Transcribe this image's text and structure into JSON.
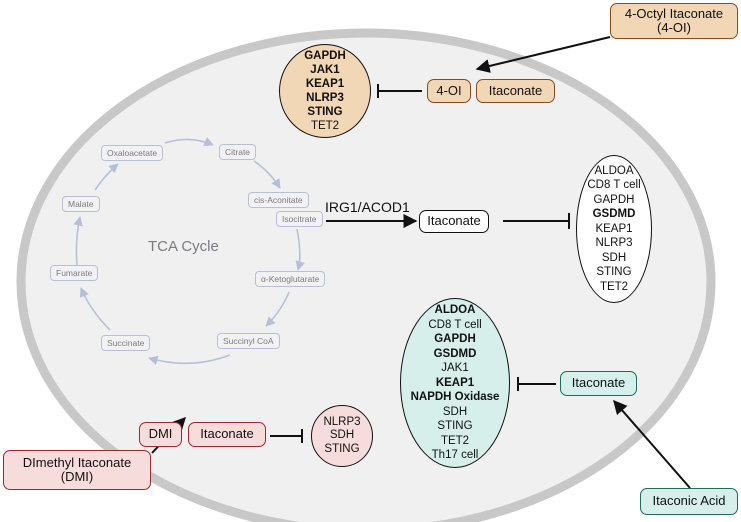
{
  "colors": {
    "cell_fill": "#f0f0f0",
    "cell_border": "#c8c8c8",
    "orange_fill": "#f2d7b6",
    "orange_border": "#8a4a1c",
    "red_fill": "#f7dcdc",
    "red_border": "#a02630",
    "teal_fill": "#d6efea",
    "teal_border": "#1f6b5c",
    "tca_border": "#b5c0d8",
    "tca_text": "#7a7a80"
  },
  "tca_cycle": {
    "label": "TCA Cycle",
    "metabolites": [
      "Citrate",
      "cis-Aconitate",
      "Isocitrate",
      "α-Ketoglutarate",
      "Succinyl CoA",
      "Succinate",
      "Fumarate",
      "Malate",
      "Oxaloacetate"
    ]
  },
  "endogenous": {
    "enzyme_label": "IRG1/ACOD1",
    "itaconate_label": "Itaconate",
    "targets": [
      {
        "label": "ALDOA",
        "bold": false
      },
      {
        "label": "CD8 T cell",
        "bold": false
      },
      {
        "label": "GAPDH",
        "bold": false
      },
      {
        "label": "GSDMD",
        "bold": true
      },
      {
        "label": "KEAP1",
        "bold": false
      },
      {
        "label": "NLRP3",
        "bold": false
      },
      {
        "label": "SDH",
        "bold": false
      },
      {
        "label": "STING",
        "bold": false
      },
      {
        "label": "TET2",
        "bold": false
      }
    ]
  },
  "four_oi": {
    "source_line1": "4-Octyl Itaconate",
    "source_line2": "(4-OI)",
    "derivative_label": "4-OI",
    "itaconate_label": "Itaconate",
    "targets": [
      {
        "label": "GAPDH",
        "bold": true
      },
      {
        "label": "JAK1",
        "bold": true
      },
      {
        "label": "KEAP1",
        "bold": true
      },
      {
        "label": "NLRP3",
        "bold": true
      },
      {
        "label": "STING",
        "bold": true
      },
      {
        "label": "TET2",
        "bold": false
      }
    ]
  },
  "dmi": {
    "source_line1": "DImethyl Itaconate",
    "source_line2": "(DMI)",
    "derivative_label": "DMI",
    "itaconate_label": "Itaconate",
    "targets": [
      {
        "label": "NLRP3",
        "bold": false
      },
      {
        "label": "SDH",
        "bold": false
      },
      {
        "label": "STING",
        "bold": false
      }
    ]
  },
  "itaconic_acid": {
    "source_label": "Itaconic Acid",
    "itaconate_label": "Itaconate",
    "targets": [
      {
        "label": "ALDOA",
        "bold": true
      },
      {
        "label": "CD8 T cell",
        "bold": false
      },
      {
        "label": "GAPDH",
        "bold": true
      },
      {
        "label": "GSDMD",
        "bold": true
      },
      {
        "label": "JAK1",
        "bold": false
      },
      {
        "label": "KEAP1",
        "bold": true
      },
      {
        "label": "NAPDH Oxidase",
        "bold": true
      },
      {
        "label": "SDH",
        "bold": false
      },
      {
        "label": "STING",
        "bold": false
      },
      {
        "label": "TET2",
        "bold": false
      },
      {
        "label": "Th17 cell",
        "bold": false
      }
    ]
  }
}
